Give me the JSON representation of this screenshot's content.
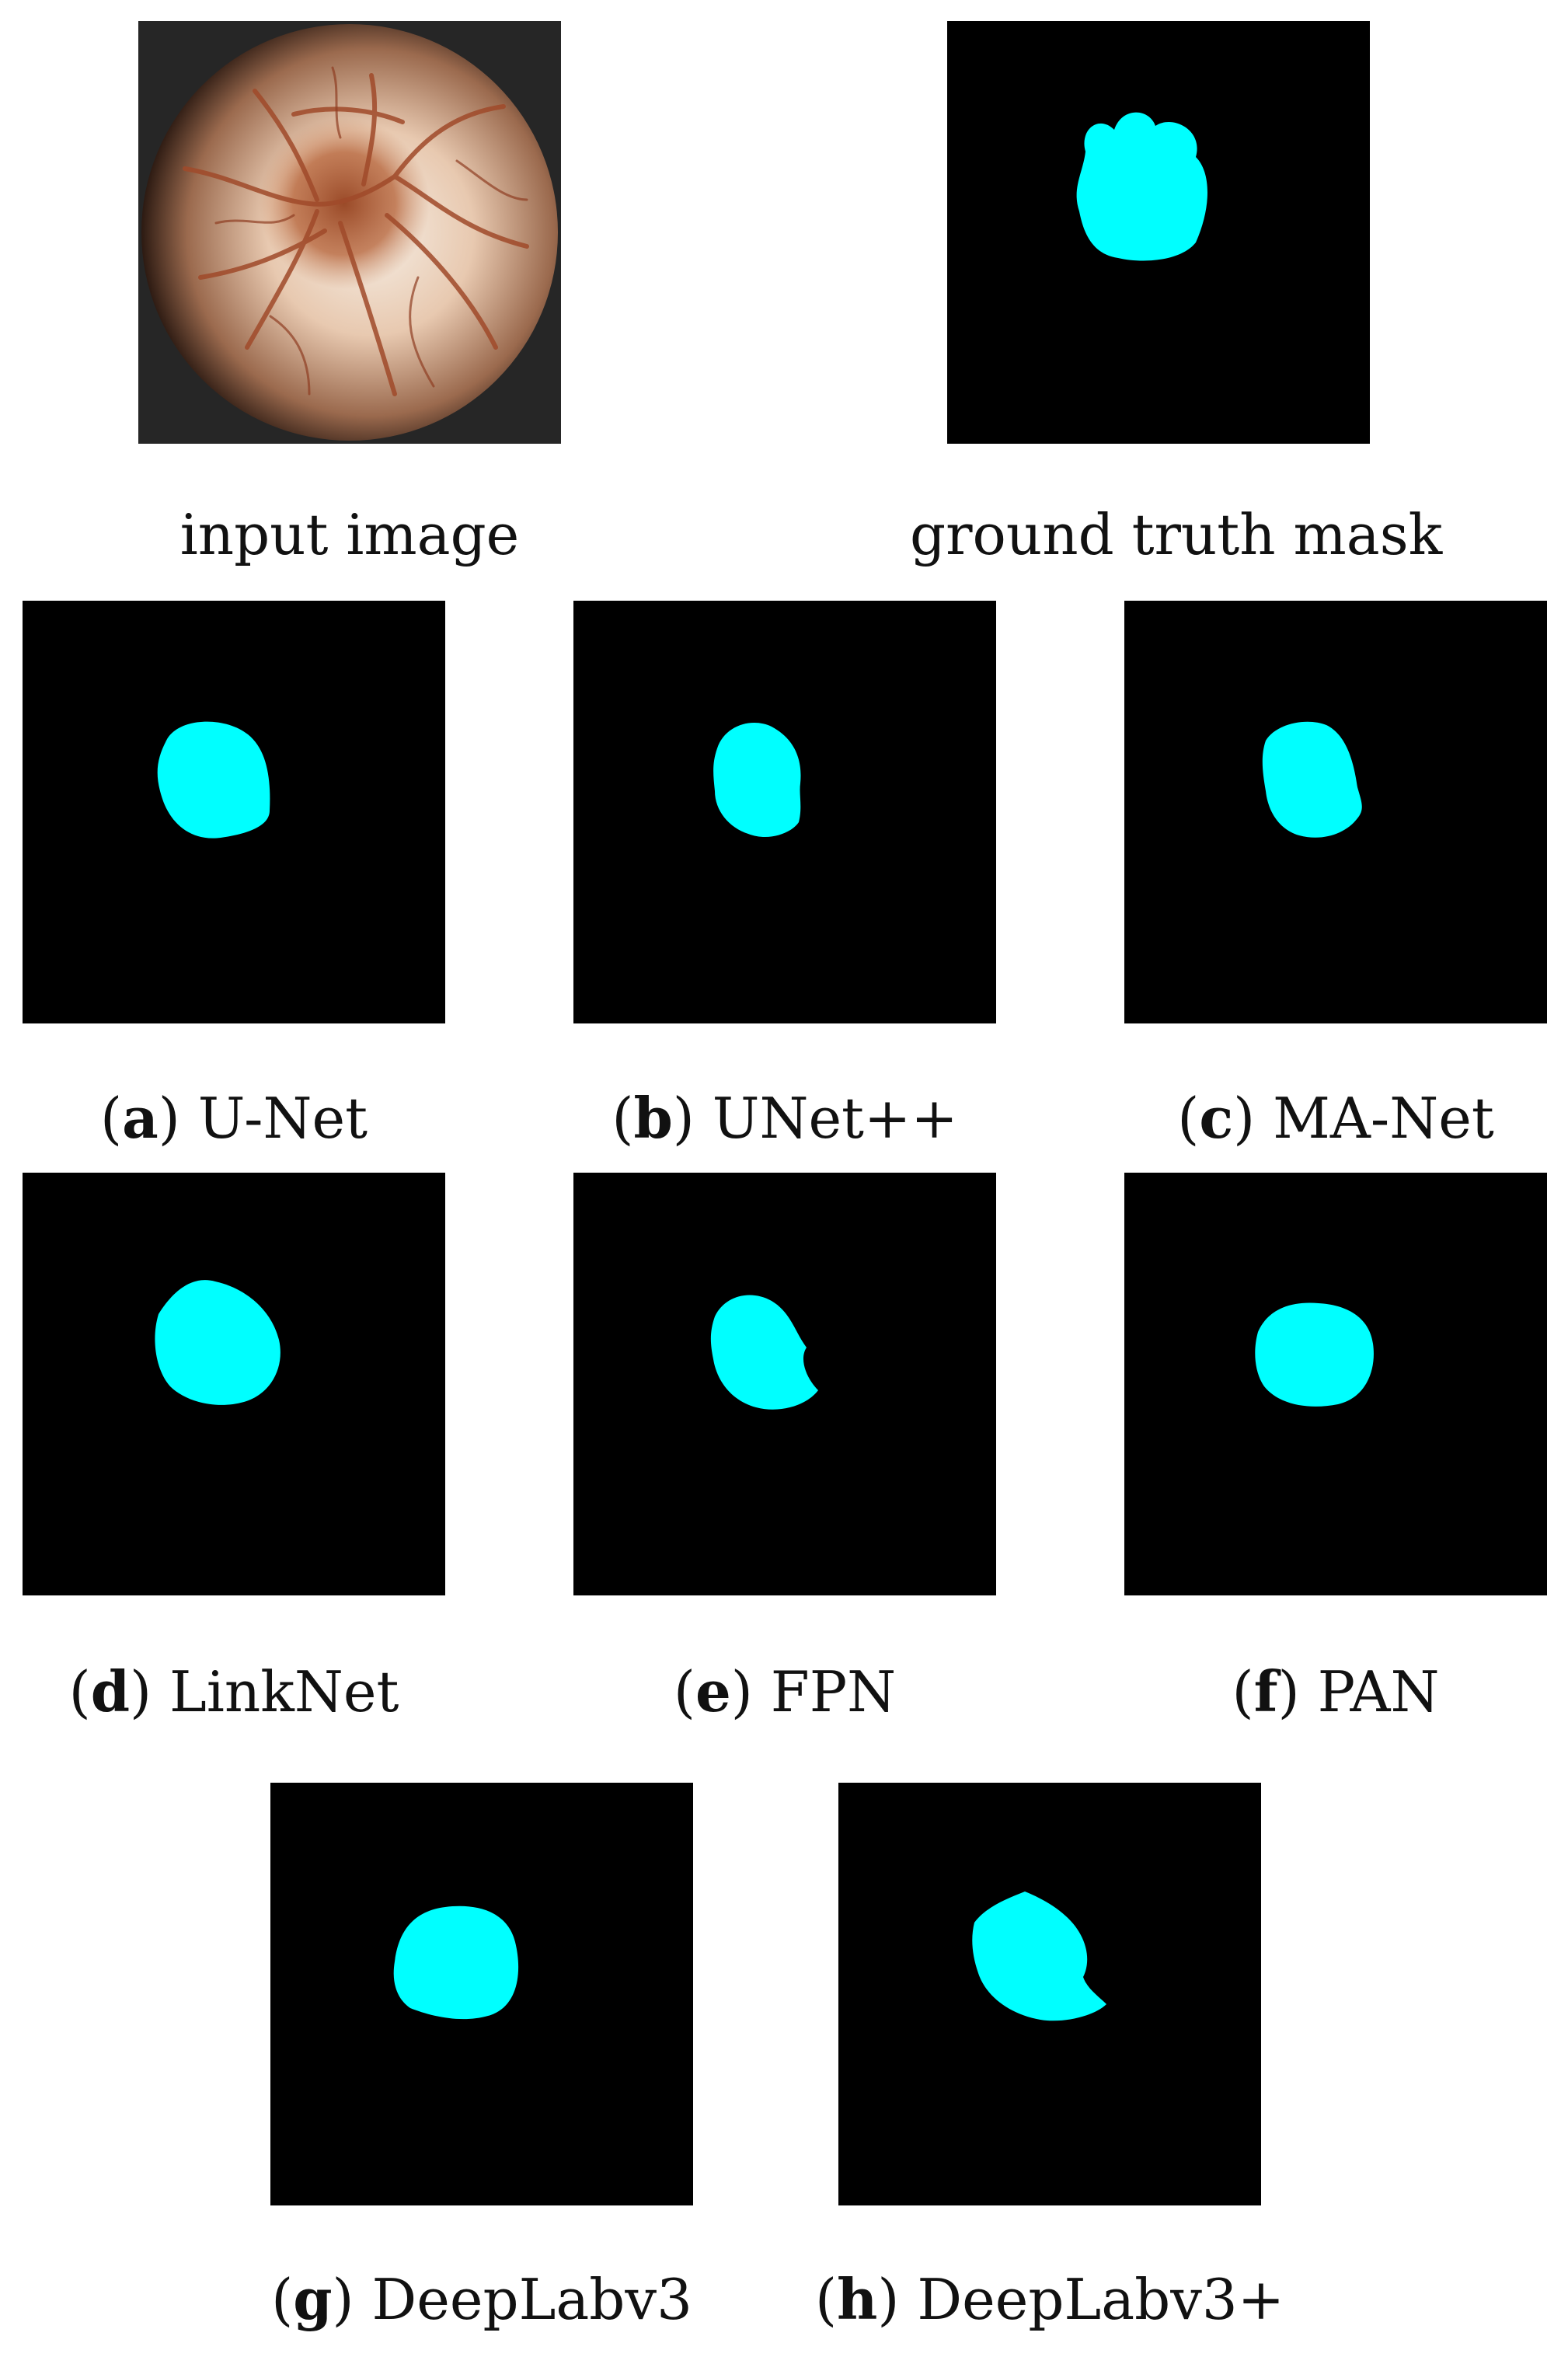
{
  "colors": {
    "mask": "#00ffff",
    "background": "#000000"
  },
  "top_row": {
    "input": {
      "caption": "input image",
      "icon": "fundus-photo"
    },
    "ground_truth": {
      "caption": "ground truth mask"
    }
  },
  "panels": [
    {
      "letter": "a",
      "name": "U-Net"
    },
    {
      "letter": "b",
      "name": "UNet++"
    },
    {
      "letter": "c",
      "name": "MA-Net"
    },
    {
      "letter": "d",
      "name": "LinkNet"
    },
    {
      "letter": "e",
      "name": "FPN"
    },
    {
      "letter": "f",
      "name": "PAN"
    },
    {
      "letter": "g",
      "name": "DeepLabv3"
    },
    {
      "letter": "h",
      "name": "DeepLabv3+"
    }
  ]
}
